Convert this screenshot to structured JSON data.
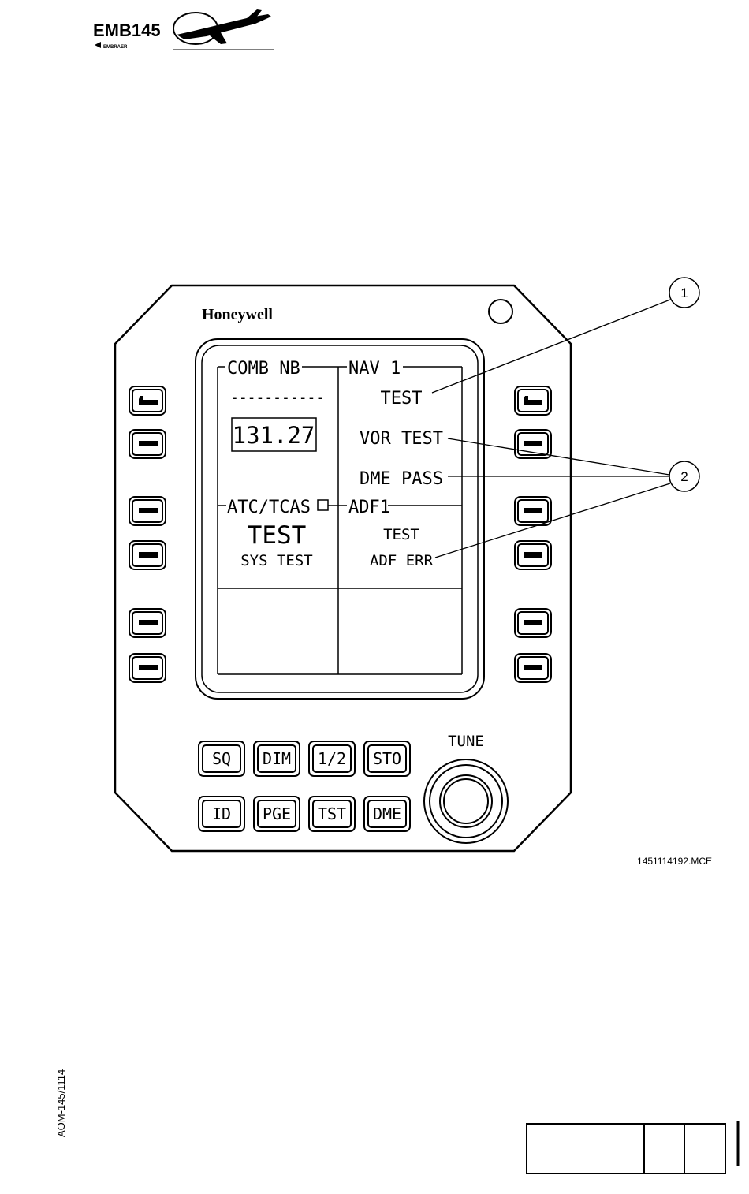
{
  "header": {
    "logo_model": "EMB145",
    "logo_maker": "EMBRAER"
  },
  "panel": {
    "brand": "Honeywell",
    "screen": {
      "top_left_title": "COMB NB",
      "top_left_dashes": "-----------",
      "top_left_freq": "131.27",
      "top_right_title": "NAV 1",
      "top_right_line1": "TEST",
      "top_right_line2": "VOR TEST",
      "top_right_line3": "DME PASS",
      "mid_left_title": "ATC/TCAS",
      "mid_left_line1": "TEST",
      "mid_left_line2": "SYS TEST",
      "mid_right_title": "ADF1",
      "mid_right_line1": "TEST",
      "mid_right_line2": "ADF ERR"
    },
    "buttons_row1": [
      "SQ",
      "DIM",
      "1/2",
      "STO"
    ],
    "buttons_row2": [
      "ID",
      "PGE",
      "TST",
      "DME"
    ],
    "knob_label": "TUNE"
  },
  "callouts": [
    "1",
    "2"
  ],
  "figure_id": "1451114192.MCE",
  "footer": {
    "doc_code": "AOM-145/1114"
  }
}
